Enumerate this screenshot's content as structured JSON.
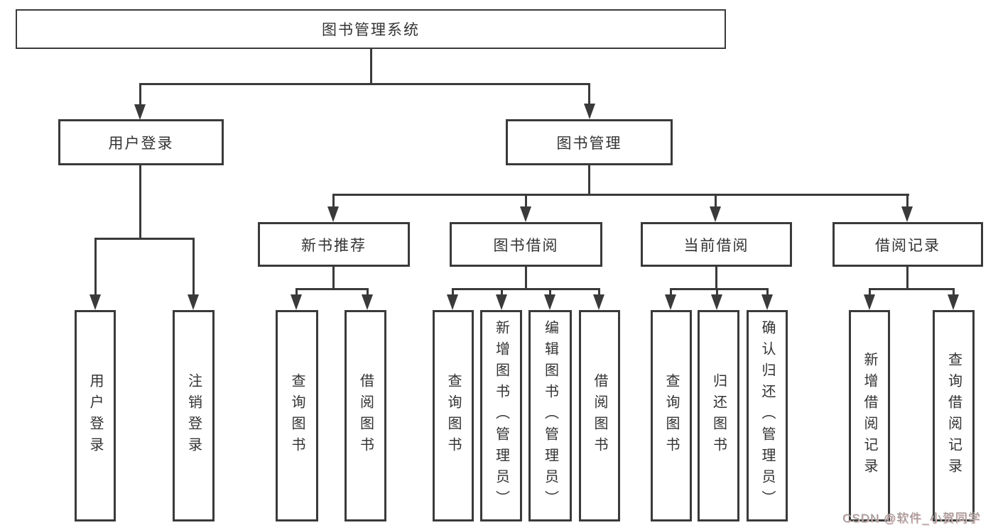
{
  "tree": {
    "label": "图书管理系统",
    "children": [
      {
        "label": "用户登录",
        "children": [
          {
            "label": "用户登录"
          },
          {
            "label": "注销登录"
          }
        ]
      },
      {
        "label": "图书管理",
        "children": [
          {
            "label": "新书推荐",
            "children": [
              {
                "label": "查询图书"
              },
              {
                "label": "借阅图书"
              }
            ]
          },
          {
            "label": "图书借阅",
            "children": [
              {
                "label": "查询图书"
              },
              {
                "label": "新增图书（管理员）"
              },
              {
                "label": "编辑图书（管理员）"
              },
              {
                "label": "借阅图书"
              }
            ]
          },
          {
            "label": "当前借阅",
            "children": [
              {
                "label": "查询图书"
              },
              {
                "label": "归还图书"
              },
              {
                "label": "确认归还（管理员）"
              }
            ]
          },
          {
            "label": "借阅记录",
            "children": [
              {
                "label": "新增借阅记录"
              },
              {
                "label": "查询借阅记录"
              }
            ]
          }
        ]
      }
    ]
  },
  "watermark": {
    "text": "CSDN @软件_小贺同学"
  },
  "colors": {
    "line": "#3a3a3a",
    "text": "#333333",
    "background": "#ffffff",
    "watermark": "#9b9b9b"
  }
}
